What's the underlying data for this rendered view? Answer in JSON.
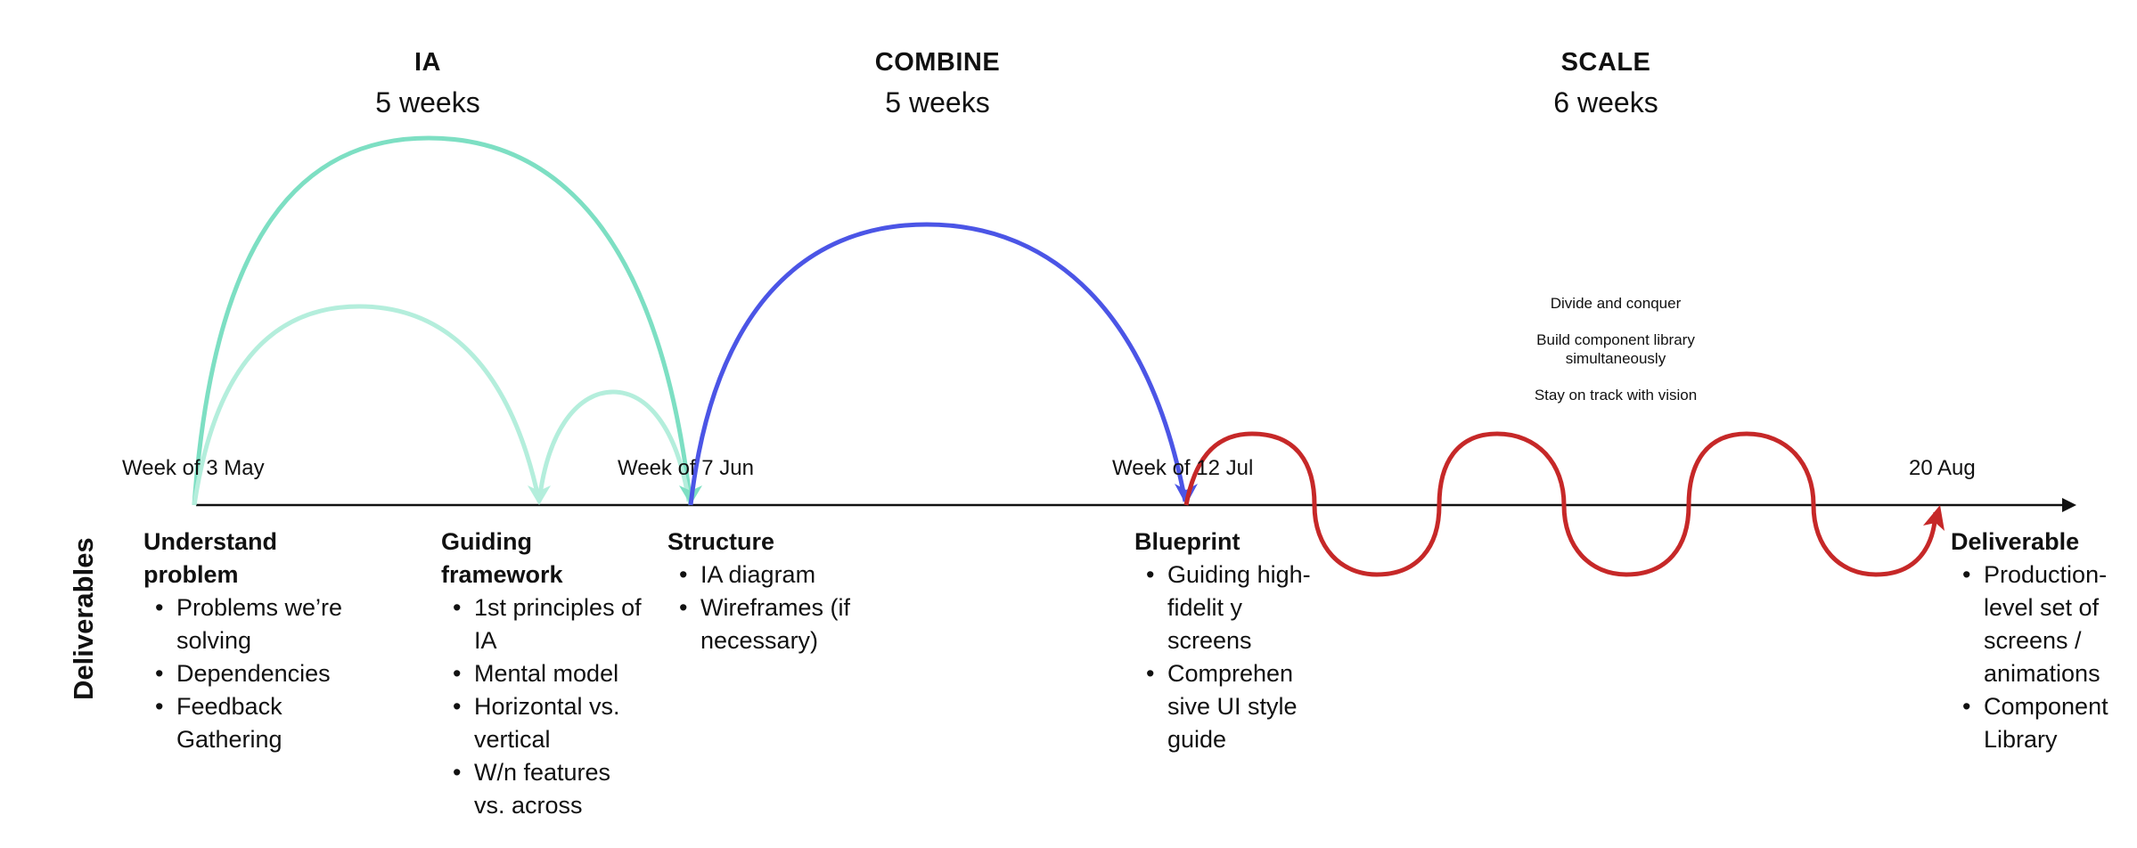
{
  "phases": [
    {
      "name": "IA",
      "duration": "5 weeks"
    },
    {
      "name": "COMBINE",
      "duration": "5 weeks"
    },
    {
      "name": "SCALE",
      "duration": "6 weeks"
    }
  ],
  "milestones": [
    "Week of 3 May",
    "Week of 7 Jun",
    "Week of 12 Jul",
    "20 Aug"
  ],
  "scale_notes": [
    "Divide and conquer",
    "Build component library simultaneously",
    "Stay on track with vision"
  ],
  "side_label": "Deliverables",
  "deliverables": [
    {
      "title": "Understand problem",
      "items": [
        "Problems we’re solving",
        "Dependencies",
        "Feedback Gathering"
      ]
    },
    {
      "title": "Guiding framework",
      "items": [
        "1st principles of IA",
        "Mental model",
        "Horizontal vs. vertical",
        "W/n features vs. across"
      ]
    },
    {
      "title": "Structure",
      "items": [
        "IA diagram",
        "Wireframes (if necessary)"
      ]
    },
    {
      "title": "Blueprint",
      "items": [
        "Guiding high-fidelit y screens",
        "Comprehen sive UI style guide"
      ]
    },
    {
      "title": "Deliverable",
      "items": [
        "Production-level set of screens / animations",
        "Component Library"
      ]
    }
  ],
  "colors": {
    "teal": "#7ddfc3",
    "teal_light": "#b4eedc",
    "blue": "#4b55e6",
    "red": "#c62828",
    "axis": "#111111"
  }
}
